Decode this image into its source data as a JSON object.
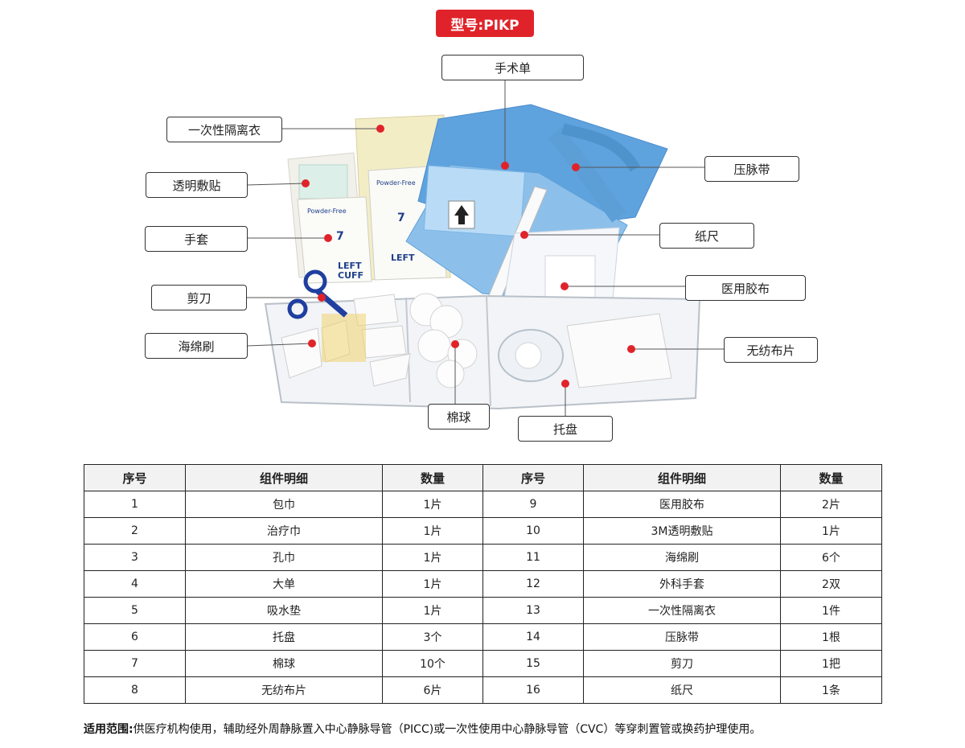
{
  "badge": {
    "model": "型号:PIKP"
  },
  "callouts": {
    "surgical_drape": "手术单",
    "isolation_gown": "一次性隔离衣",
    "transparent_dressing": "透明敷贴",
    "gloves": "手套",
    "scissors": "剪刀",
    "sponge_brush": "海绵刷",
    "tourniquet": "压脉带",
    "paper_ruler": "纸尺",
    "medical_tape": "医用胶布",
    "nonwoven_piece": "无纺布片",
    "cotton_ball": "棉球",
    "tray": "托盘"
  },
  "product_print": {
    "powder_free": "Powder-Free",
    "size": "7",
    "cuff_line1": "LEFT",
    "cuff_line2": "CUFF"
  },
  "table": {
    "headers": [
      "序号",
      "组件明细",
      "数量",
      "序号",
      "组件明细",
      "数量"
    ],
    "rows": [
      [
        "1",
        "包巾",
        "1片",
        "9",
        "医用胶布",
        "2片"
      ],
      [
        "2",
        "治疗巾",
        "1片",
        "10",
        "3M透明敷贴",
        "1片"
      ],
      [
        "3",
        "孔巾",
        "1片",
        "11",
        "海绵刷",
        "6个"
      ],
      [
        "4",
        "大单",
        "1片",
        "12",
        "外科手套",
        "2双"
      ],
      [
        "5",
        "吸水垫",
        "1片",
        "13",
        "一次性隔离衣",
        "1件"
      ],
      [
        "6",
        "托盘",
        "3个",
        "14",
        "压脉带",
        "1根"
      ],
      [
        "7",
        "棉球",
        "10个",
        "15",
        "剪刀",
        "1把"
      ],
      [
        "8",
        "无纺布片",
        "6片",
        "16",
        "纸尺",
        "1条"
      ]
    ]
  },
  "scope": {
    "label": "适用范围:",
    "text": "供医疗机构使用，辅助经外周静脉置入中心静脉导管（PICC)或一次性使用中心静脉导管（CVC）等穿刺置管或换药护理使用。"
  }
}
